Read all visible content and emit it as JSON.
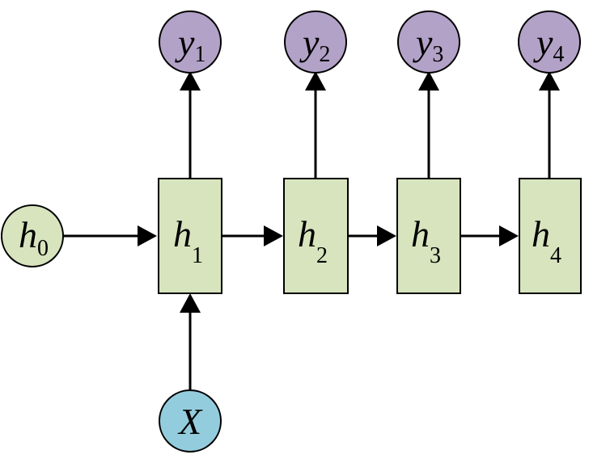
{
  "colors": {
    "hidden_fill": "#d7e4bd",
    "output_fill": "#b3a2c7",
    "input_fill": "#93cddd",
    "stroke": "#000000",
    "background": "#ffffff"
  },
  "initial_state": {
    "symbol": "h",
    "sub": "0"
  },
  "input": {
    "symbol": "X"
  },
  "hidden": [
    {
      "symbol": "h",
      "sub": "1"
    },
    {
      "symbol": "h",
      "sub": "2"
    },
    {
      "symbol": "h",
      "sub": "3"
    },
    {
      "symbol": "h",
      "sub": "4"
    }
  ],
  "outputs": [
    {
      "symbol": "y",
      "sub": "1"
    },
    {
      "symbol": "y",
      "sub": "2"
    },
    {
      "symbol": "y",
      "sub": "3"
    },
    {
      "symbol": "y",
      "sub": "4"
    }
  ]
}
